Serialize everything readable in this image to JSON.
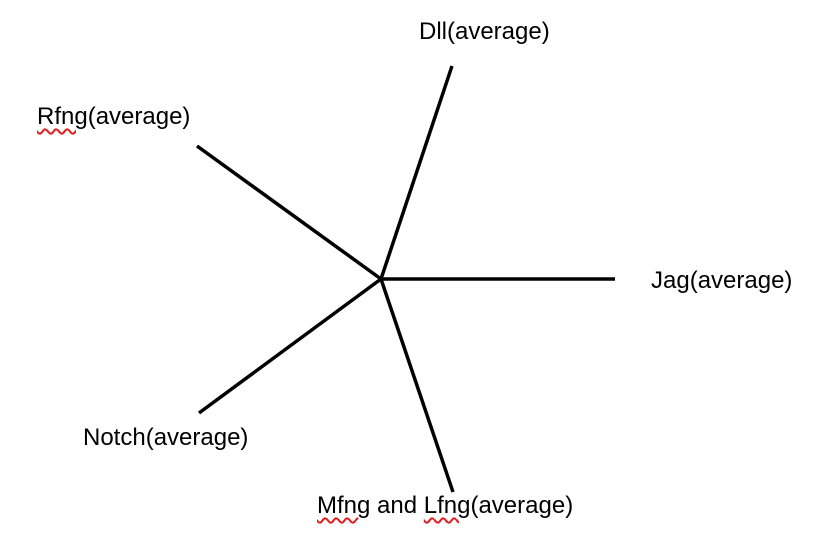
{
  "diagram": {
    "labels": {
      "top": "Dll(average)",
      "right": "Jag(average)",
      "bottom_prefix": "Mfng",
      "bottom_and": " and ",
      "bottom_lfng": "Lfng",
      "bottom_suffix": "(average)",
      "upper_left_rfng": "Rfng",
      "upper_left_suffix": "(average)",
      "lower_left": "Notch(average)"
    },
    "colors": {
      "line": "#000000",
      "spellcheck_underline": "#e02020"
    }
  }
}
